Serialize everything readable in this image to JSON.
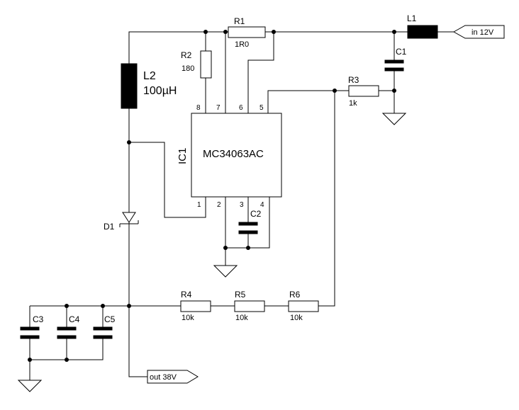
{
  "schematic": {
    "ic": {
      "ref": "IC1",
      "part": "MC34063AC",
      "pins": [
        "1",
        "2",
        "3",
        "4",
        "5",
        "6",
        "7",
        "8"
      ]
    },
    "inductors": [
      {
        "ref": "L1",
        "value": ""
      },
      {
        "ref": "L2",
        "value": "100µH"
      }
    ],
    "resistors": [
      {
        "ref": "R1",
        "value": "1R0"
      },
      {
        "ref": "R2",
        "value": "180"
      },
      {
        "ref": "R3",
        "value": "1k"
      },
      {
        "ref": "R4",
        "value": "10k"
      },
      {
        "ref": "R5",
        "value": "10k"
      },
      {
        "ref": "R6",
        "value": "10k"
      }
    ],
    "capacitors": [
      {
        "ref": "C1"
      },
      {
        "ref": "C2"
      },
      {
        "ref": "C3"
      },
      {
        "ref": "C4"
      },
      {
        "ref": "C5"
      }
    ],
    "diode": {
      "ref": "D1"
    },
    "ports": {
      "input": "in 12V",
      "output": "out 38V"
    }
  }
}
